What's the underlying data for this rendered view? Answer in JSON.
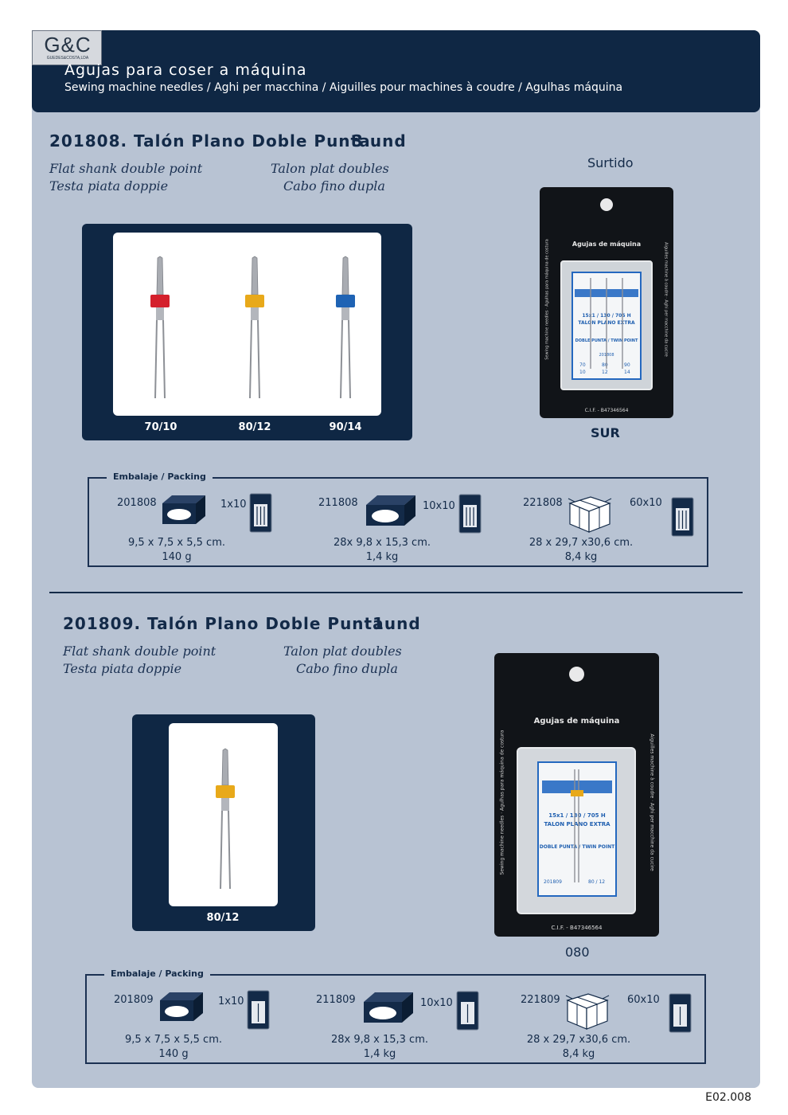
{
  "header": {
    "logo": "G&C",
    "logo_sub": "GUEDES&COSTA,LDA",
    "title": "Agujas para coser a máquina",
    "subtitle": "Sewing machine needles / Aghi per macchina / Aiguilles pour machines à coudre / Agulhas máquina"
  },
  "product1": {
    "title": "201808. Talón Plano Doble Punta",
    "qty": "3 und",
    "names": [
      "Flat shank double point",
      "Testa piata doppie",
      "Talon plat doubles",
      "Cabo fino dupla"
    ],
    "assort_label": "Surtido",
    "sizes": [
      "70/10",
      "80/12",
      "90/14"
    ],
    "needle_colors": [
      "#d4202c",
      "#e8a91a",
      "#1f63b4"
    ],
    "pack_code": "SUR",
    "blister": {
      "top_text": "Agujas de máquina",
      "left_text": "Sewing machine needles · Agulhas para máquina de costura",
      "right_text": "Aiguilles machine à coudre · Aghi per macchine da cucire",
      "inner_lines": [
        "15x1 / 130 / 705 H",
        "TALON PLANO EXTRA",
        "DOBLE PUNTA / TWIN POINT",
        "201808"
      ],
      "inner_sizes": [
        "70",
        "80",
        "90"
      ],
      "inner_sizes2": [
        "10",
        "12",
        "14"
      ],
      "cif": "C.I.F. - B47346564"
    },
    "packing": {
      "legend": "Embalaje / Packing",
      "items": [
        {
          "code": "201808",
          "count": "1x10",
          "dims": "9,5 x 7,5 x 5,5 cm.",
          "weight": "140 g"
        },
        {
          "code": "211808",
          "count": "10x10",
          "dims": "28x 9,8 x 15,3 cm.",
          "weight": "1,4 kg"
        },
        {
          "code": "221808",
          "count": "60x10",
          "dims": "28 x 29,7 x30,6 cm.",
          "weight": "8,4 kg"
        }
      ]
    }
  },
  "product2": {
    "title": "201809. Talón Plano Doble Punta",
    "qty": "1und",
    "names": [
      "Flat shank double point",
      "Testa piata doppie",
      "Talon plat doubles",
      "Cabo fino dupla"
    ],
    "sizes": [
      "80/12"
    ],
    "needle_colors": [
      "#e8a91a"
    ],
    "pack_code": "080",
    "blister": {
      "top_text": "Agujas de máquina",
      "left_text": "Sewing machine needles · Agulhas para máquina de costura",
      "right_text": "Aiguilles machine à coudre · Aghi per macchine da cucire",
      "inner_lines": [
        "15x1 / 130 / 705 H",
        "TALON PLANO EXTRA",
        "DOBLE PUNTA / TWIN POINT",
        "201809",
        "80 / 12"
      ],
      "cif": "C.I.F. - B47346564"
    },
    "packing": {
      "legend": "Embalaje / Packing",
      "items": [
        {
          "code": "201809",
          "count": "1x10",
          "dims": "9,5 x 7,5 x 5,5 cm.",
          "weight": "140 g"
        },
        {
          "code": "211809",
          "count": "10x10",
          "dims": "28x 9,8 x 15,3 cm.",
          "weight": "1,4 kg"
        },
        {
          "code": "221809",
          "count": "60x10",
          "dims": "28 x 29,7 x30,6 cm.",
          "weight": "8,4 kg"
        }
      ]
    }
  },
  "footer": {
    "page": "E02.008"
  },
  "icons": {
    "box": "carton-box-icon",
    "small_box": "small-box-icon",
    "needle_pack": "needle-pack-icon"
  }
}
